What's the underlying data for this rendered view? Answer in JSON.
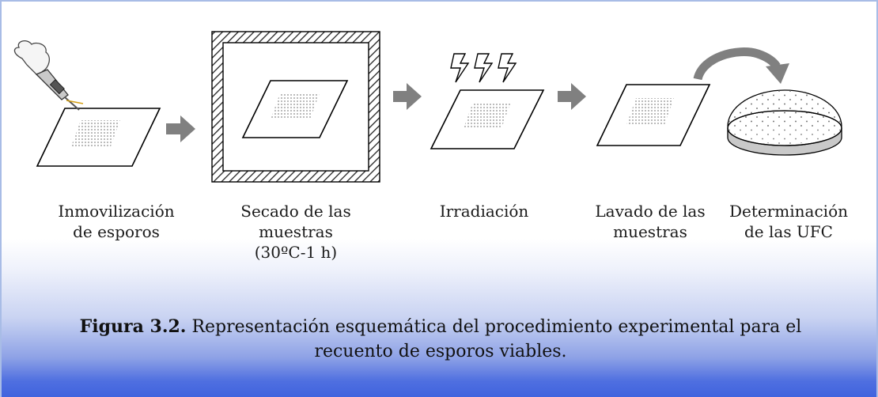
{
  "steps": [
    {
      "label": "Inmovilización\nde esporos"
    },
    {
      "label": "Secado de las\nmuestras\n(30ºC-1 h)"
    },
    {
      "label": "Irradiación"
    },
    {
      "label": "Lavado de las\nmuestras"
    },
    {
      "label": "Determinación\nde las UFC"
    }
  ],
  "caption": {
    "title": "Figura 3.2.",
    "text": " Representación esquemática del procedimiento experimental para el recuento de esporos viables."
  },
  "colors": {
    "arrow": "#808080",
    "ink": "#000000",
    "dots": "#8a8a8a",
    "frame_border": "#a8bce6",
    "footer_blue": "#3e62de"
  },
  "icons": [
    "pipette-icon",
    "drying-oven-icon",
    "lightning-icon",
    "curved-arrow-icon",
    "petri-dish-icon"
  ]
}
